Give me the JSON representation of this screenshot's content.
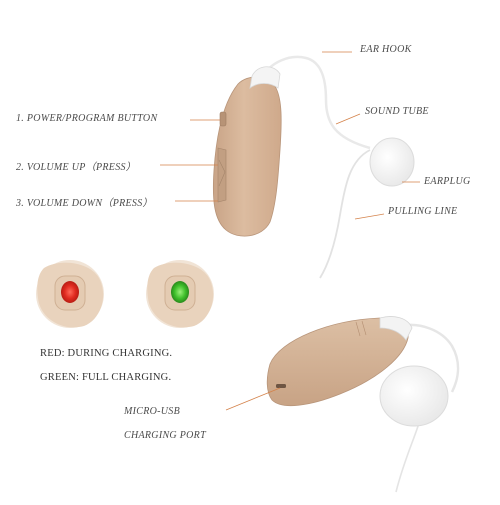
{
  "labels": {
    "ear_hook": "EAR HOOK",
    "sound_tube": "SOUND TUBE",
    "earplug": "EARPLUG",
    "pulling_line": "PULLING LINE",
    "power_button": "1. POWER/PROGRAM  BUTTON",
    "volume_up": "2. VOLUME UP（PRESS）",
    "volume_down": "3. VOLUME DOWN（PRESS）",
    "micro_usb_line1": "MICRO-USB",
    "micro_usb_line2": "CHARGING PORT"
  },
  "captions": {
    "red": "RED: DURING CHARGING.",
    "green": "GREEN: FULL CHARGING."
  },
  "indicators": {
    "red_color": "#e02a1f",
    "green_color": "#3fbf2a"
  },
  "colors": {
    "device_body": "#d8b79a",
    "leader_line": "#d4824a",
    "label_text": "#4a4a4a"
  }
}
